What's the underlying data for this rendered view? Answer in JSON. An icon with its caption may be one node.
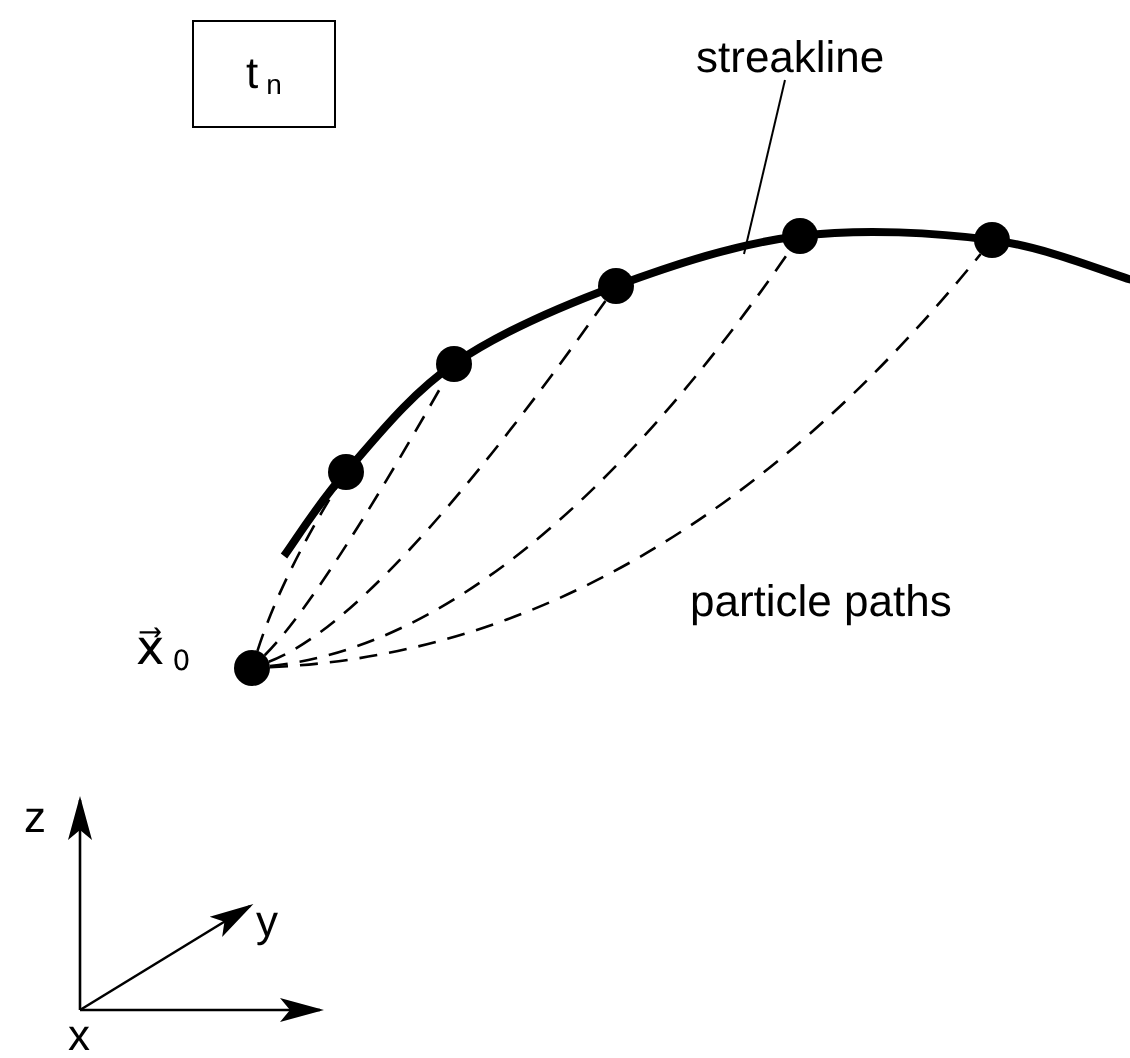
{
  "diagram": {
    "nodes": [
      {
        "text": [
          "t$_{n}$"
        ]
      },
      {
        "text": [
          "streakline"
        ]
      },
      {
        "text": [],
        "shape": "curve"
      },
      {
        "text": [],
        "shape": "circle",
        "beside": [
          "x⃗$_{0}$"
        ]
      },
      {
        "text": [],
        "shape": "circle",
        "in": 2
      },
      {
        "text": [],
        "shape": "circle",
        "in": 2
      },
      {
        "text": [],
        "shape": "circle",
        "in": 2
      },
      {
        "text": [],
        "shape": "circle",
        "in": 2
      },
      {
        "text": [],
        "shape": "circle",
        "in": 2
      }
    ],
    "edges": [
      {
        "from": 1,
        "to": 2,
        "arrow": "none"
      },
      {
        "from": 3,
        "to": 4,
        "arrow": "none",
        "style": "dashed"
      },
      {
        "from": 3,
        "to": 5,
        "arrow": "none",
        "style": "dashed"
      },
      {
        "from": 3,
        "to": 6,
        "arrow": "none",
        "style": "dashed"
      },
      {
        "from": 3,
        "to": 7,
        "arrow": "none",
        "style": "dashed"
      },
      {
        "from": 3,
        "to": 8,
        "arrow": "none",
        "style": "dashed"
      }
    ],
    "labels": [
      "particle paths",
      "z",
      "y",
      "x"
    ]
  }
}
